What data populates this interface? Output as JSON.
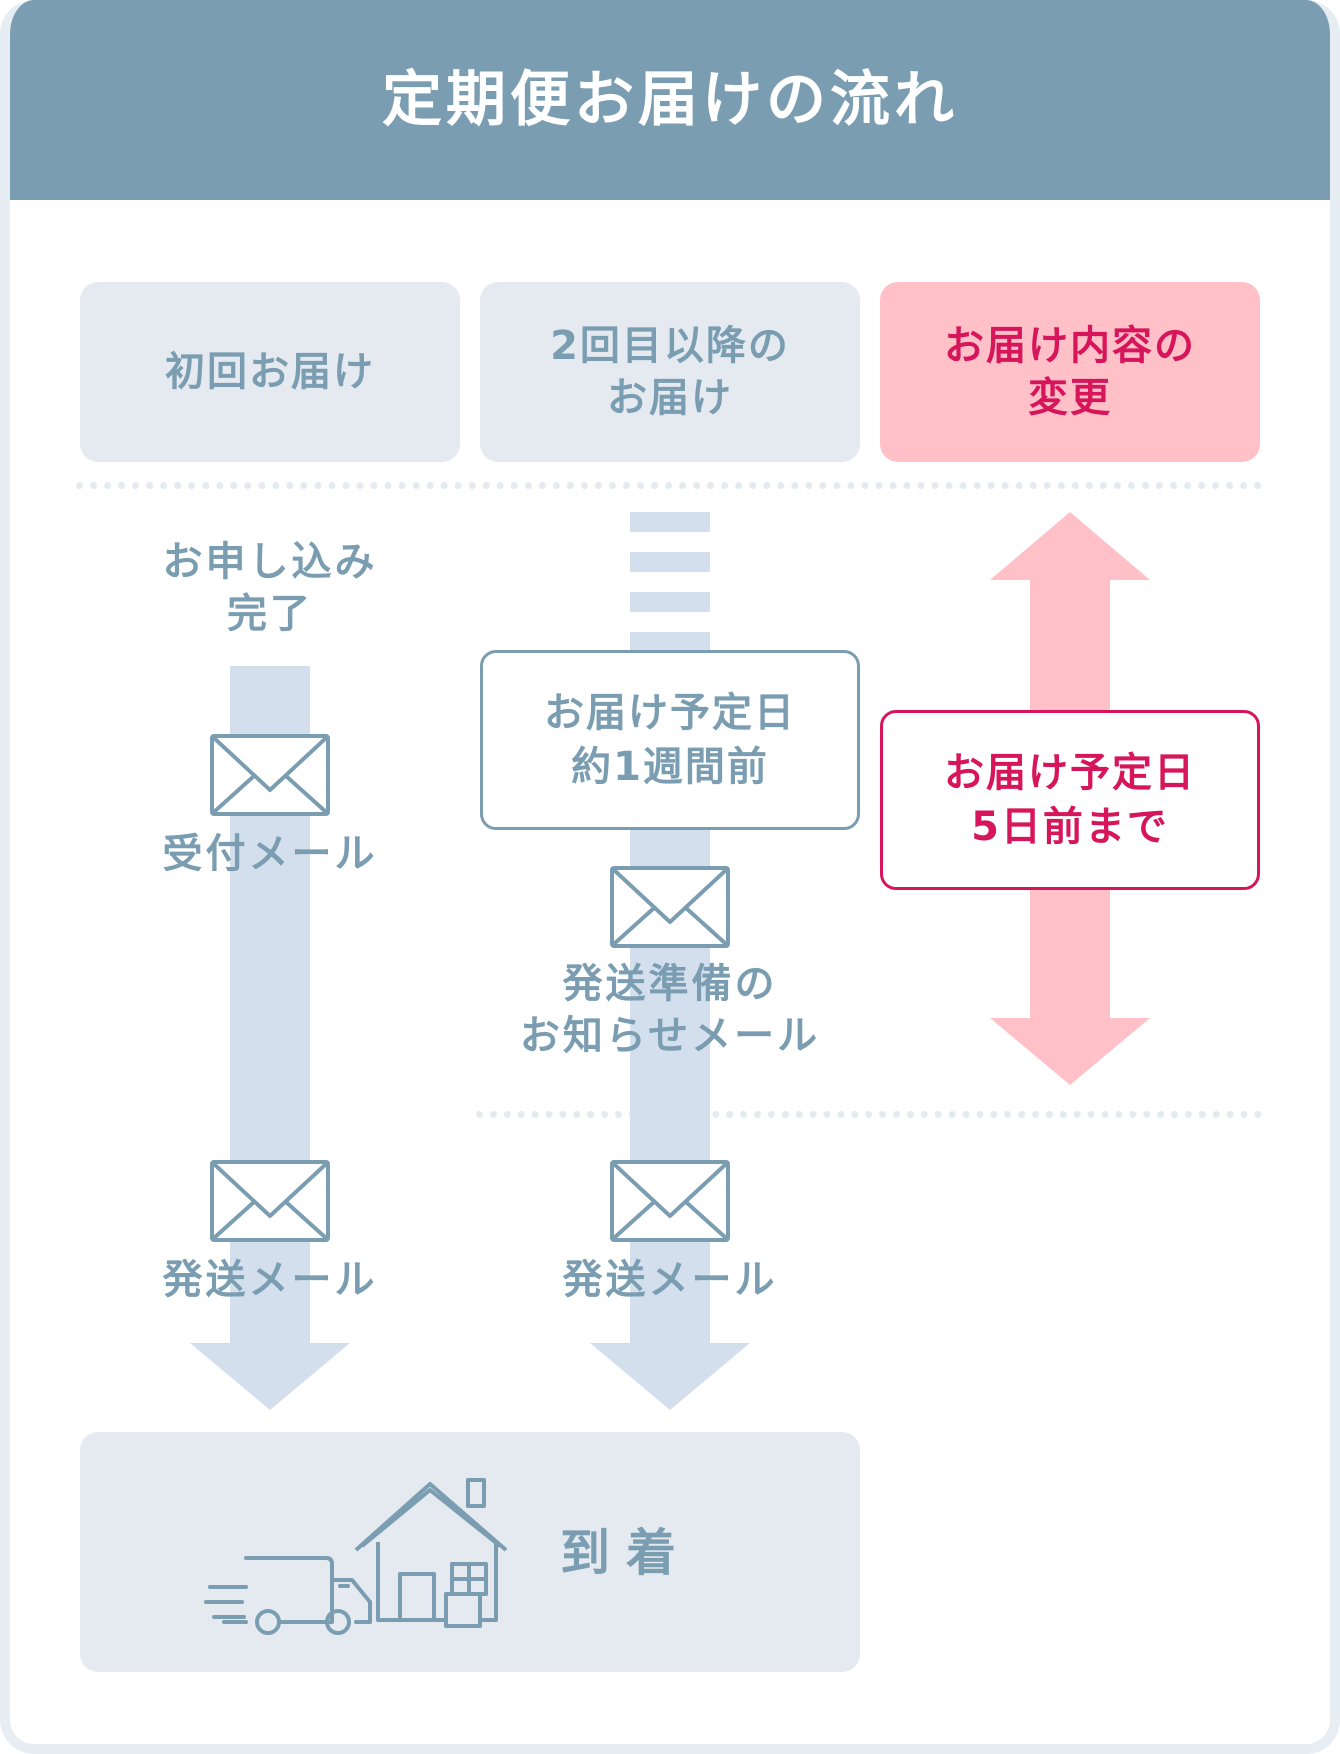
{
  "header": {
    "title": "定期便お届けの流れ"
  },
  "columns": [
    {
      "label": "初回お届け"
    },
    {
      "label": "2回目以降の\nお届け"
    },
    {
      "label": "お届け内容の\n変更"
    }
  ],
  "column1": {
    "start": "お申し込み\n完了",
    "mail1": "受付メール",
    "mail2": "発送メール"
  },
  "column2": {
    "schedule": "お届け予定日\n約1週間前",
    "mail1": "発送準備の\nお知らせメール",
    "mail2": "発送メール"
  },
  "column3": {
    "deadline": "お届け予定日\n5日前まで"
  },
  "arrival": {
    "label": "到着"
  },
  "colors": {
    "header": "#7b9db1",
    "tile": "#e4eaf0",
    "arrow": "#d4dfed",
    "pink": "#ffc0c8",
    "accent": "#d6155a"
  },
  "icons": [
    "envelope-icon",
    "truck-icon",
    "house-icon"
  ]
}
